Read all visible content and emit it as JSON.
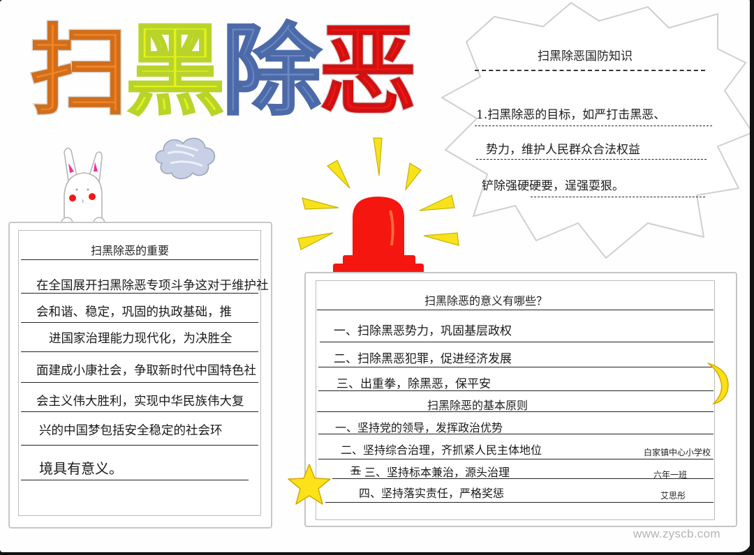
{
  "poster": {
    "title_chars": [
      {
        "char": "扫",
        "color": "#f58220"
      },
      {
        "char": "黑",
        "color": "#e6f218"
      },
      {
        "char": "除",
        "color": "#6c88c4"
      },
      {
        "char": "恶",
        "color": "#f51414"
      }
    ],
    "knowledge_box": {
      "heading": "扫黑除恶国防知识",
      "lines": [
        "1.扫黑除恶的目标，如严打击黑恶、",
        "势力，维护人民群众合法权益",
        "铲除强硬硬要，逞强耍狠。"
      ]
    },
    "importance_card": {
      "heading": "扫黑除恶的重要",
      "lines": [
        "在全国展开扫黑除恶专项斗争这对于维护社",
        "会和谐、稳定，巩固的执政基础，推",
        "进国家治理能力现代化，为决胜全",
        "面建成小康社会，争取新时代中国特色社",
        "会主义伟大胜利，实现中华民族伟大复",
        "兴的中国梦包括安全稳定的社会环",
        "境具有意义。"
      ]
    },
    "meaning_card": {
      "heading": "扫黑除恶的意义有哪些？",
      "items": [
        "一、扫除黑恶势力，巩固基层政权",
        "二、扫除黑恶犯罪，促进经济发展",
        "三、出重拳，除黑恶，保平安"
      ],
      "principles_heading": "扫黑除恶的基本原则",
      "principles": [
        "一、坚持党的领导，发挥政治优势",
        "二、坚持综合治理，齐抓紧人民主体地位",
        "三、坚持标本兼治，源头治理",
        "四、坚持落实责任，严格奖惩"
      ],
      "principle_3_prefix_strike": "五",
      "signature": {
        "school": "白家镇中心小学校",
        "class": "六年一班",
        "name": "艾思彤"
      }
    },
    "watermark": "www.zyscb.com",
    "colors": {
      "siren_red": "#f5160f",
      "ray_yellow": "#f7e21c",
      "moon_yellow": "#fbe014",
      "star_yellow": "#fde21a",
      "cloud_blue": "#c8d0e6",
      "rabbit_pink": "#ee2f9a",
      "rabbit_cheek": "#f01818"
    }
  }
}
